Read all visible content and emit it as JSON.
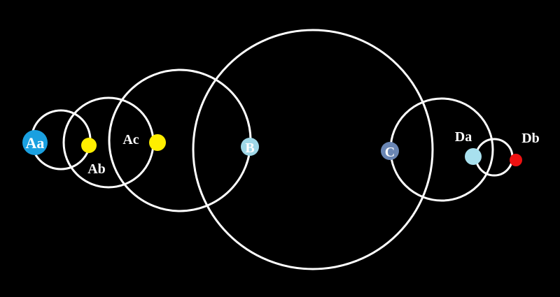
{
  "bodies": [
    {
      "id": "Aa",
      "label": "Aa",
      "color": "#1aa0e0"
    },
    {
      "id": "Ab",
      "label": "Ab",
      "color": "#ffee00"
    },
    {
      "id": "Ac",
      "label": "Ac",
      "color": "#ffee00"
    },
    {
      "id": "B",
      "label": "B",
      "color": "#9fd8e8"
    },
    {
      "id": "C",
      "label": "C",
      "color": "#6a86b4"
    },
    {
      "id": "Da",
      "label": "Da",
      "color": "#a8e0ee"
    },
    {
      "id": "Db",
      "label": "Db",
      "color": "#ee1111"
    }
  ],
  "colors": {
    "background": "#000000",
    "orbit": "#ffffff",
    "label": "#ffffff"
  }
}
